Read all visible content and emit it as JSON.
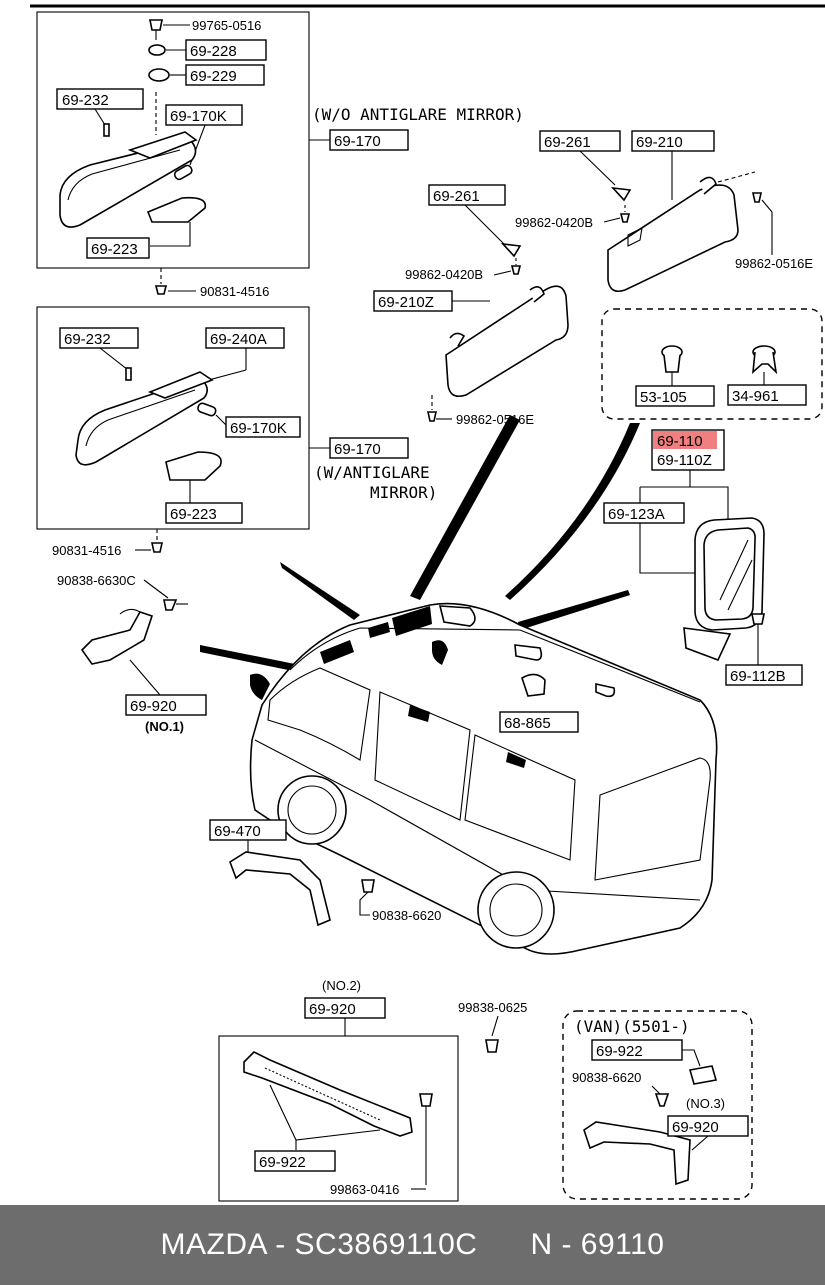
{
  "diagram": {
    "notes": {
      "wo_antiglare_1": "(W/O ANTIGLARE MIRROR)",
      "w_antiglare_1": "(W/ANTIGLARE",
      "w_antiglare_2": "MIRROR)",
      "no1": "(NO.1)",
      "no2": "(NO.2)",
      "no3": "(NO.3)",
      "van": "(VAN)(5501-)"
    },
    "boxed_labels": {
      "l_69_228": "69-228",
      "l_69_229": "69-229",
      "l_69_232_a": "69-232",
      "l_69_170K_a": "69-170K",
      "l_69_170_a": "69-170",
      "l_69_223_a": "69-223",
      "l_69_232_b": "69-232",
      "l_69_240A": "69-240A",
      "l_69_170K_b": "69-170K",
      "l_69_170_b": "69-170",
      "l_69_223_b": "69-223",
      "l_69_261_a": "69-261",
      "l_69_210": "69-210",
      "l_69_261_b": "69-261",
      "l_69_210Z": "69-210Z",
      "l_53_105": "53-105",
      "l_34_961": "34-961",
      "l_69_123A": "69-123A",
      "l_69_112B": "69-112B",
      "l_69_920_a": "69-920",
      "l_68_865": "68-865",
      "l_69_470": "69-470",
      "l_69_920_b": "69-920",
      "l_69_922_a": "69-922",
      "l_69_922_b": "69-922",
      "l_69_920_c": "69-920"
    },
    "highlight": {
      "line1": "69-110",
      "line2": "69-110Z",
      "color": "#f08080"
    },
    "plain_labels": {
      "p_99765_0516": "99765-0516",
      "p_90831_4516_a": "90831-4516",
      "p_90831_4516_b": "90831-4516",
      "p_99862_0420B_a": "99862-0420B",
      "p_99862_0516E_a": "99862-0516E",
      "p_99862_0420B_b": "99862-0420B",
      "p_99862_0516E_b": "99862-0516E",
      "p_90838_6630C": "90838-6630C",
      "p_90838_6620_a": "90838-6620",
      "p_99838_0625": "99838-0625",
      "p_99863_0416": "99863-0416",
      "p_90838_6620_b": "90838-6620"
    }
  },
  "footer": {
    "brand": "MAZDA",
    "part_code": "SC3869110C",
    "number": "N - 69110",
    "background": "#6d6d6d"
  }
}
